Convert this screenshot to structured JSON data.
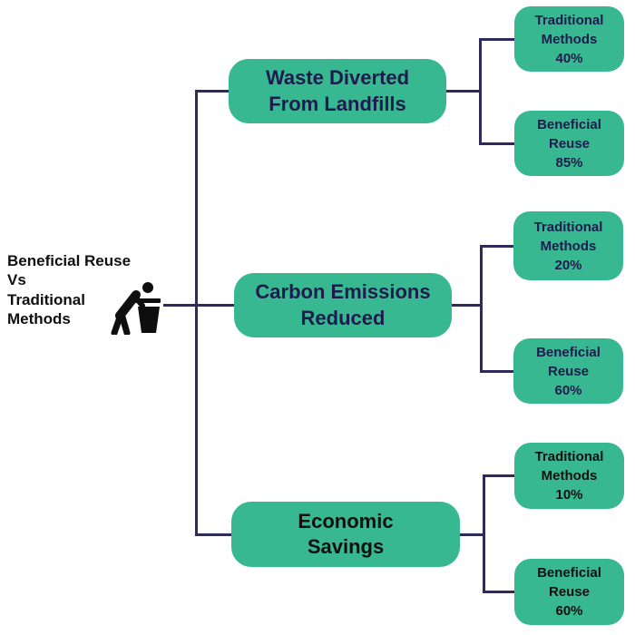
{
  "title": {
    "lines": [
      "Beneficial Reuse",
      "Vs",
      "Traditional",
      "Methods"
    ]
  },
  "icon": {
    "name": "person-throwing-trash-icon"
  },
  "colors": {
    "green": "#38b890",
    "line": "#2e2b5c",
    "navy": "#1e1b4e",
    "black": "#101010",
    "bg": "#ffffff"
  },
  "branches": [
    {
      "name": "waste-diverted-from-landfills",
      "label_lines": [
        "Waste Diverted",
        "From Landfills"
      ],
      "children": [
        {
          "name": "traditional-methods",
          "lines": [
            "Traditional",
            "Methods",
            "40%"
          ],
          "percent": "40%"
        },
        {
          "name": "beneficial-reuse",
          "lines": [
            "Beneficial",
            "Reuse",
            "85%"
          ],
          "percent": "85%"
        }
      ]
    },
    {
      "name": "carbon-emissions-reduced",
      "label_lines": [
        "Carbon Emissions",
        "Reduced"
      ],
      "children": [
        {
          "name": "traditional-methods",
          "lines": [
            "Traditional",
            "Methods",
            "20%"
          ],
          "percent": "20%"
        },
        {
          "name": "beneficial-reuse",
          "lines": [
            "Beneficial",
            "Reuse",
            "60%"
          ],
          "percent": "60%"
        }
      ]
    },
    {
      "name": "economic-savings",
      "label_lines": [
        "Economic",
        "Savings"
      ],
      "children": [
        {
          "name": "traditional-methods",
          "lines": [
            "Traditional",
            "Methods",
            "10%"
          ],
          "percent": "10%"
        },
        {
          "name": "beneficial-reuse",
          "lines": [
            "Beneficial",
            "Reuse",
            "60%"
          ],
          "percent": "60%"
        }
      ]
    }
  ]
}
